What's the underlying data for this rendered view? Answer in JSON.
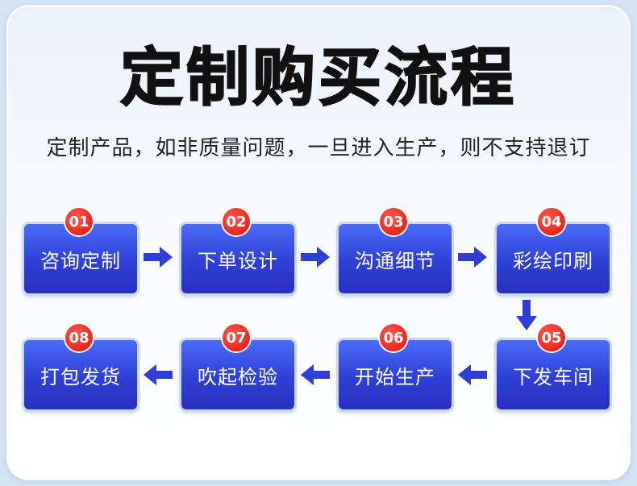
{
  "header": {
    "title": "定制购买流程",
    "subtitle": "定制产品，如非质量问题，一旦进入生产，则不支持退订"
  },
  "colors": {
    "step_box": "#2f3fd6",
    "badge": "#e8261c",
    "arrow": "#2f3fd6"
  },
  "steps": [
    {
      "num": "01",
      "label": "咨询定制"
    },
    {
      "num": "02",
      "label": "下单设计"
    },
    {
      "num": "03",
      "label": "沟通细节"
    },
    {
      "num": "04",
      "label": "彩绘印刷"
    },
    {
      "num": "05",
      "label": "下发车间"
    },
    {
      "num": "06",
      "label": "开始生产"
    },
    {
      "num": "07",
      "label": "吹起检验"
    },
    {
      "num": "08",
      "label": "打包发货"
    }
  ]
}
